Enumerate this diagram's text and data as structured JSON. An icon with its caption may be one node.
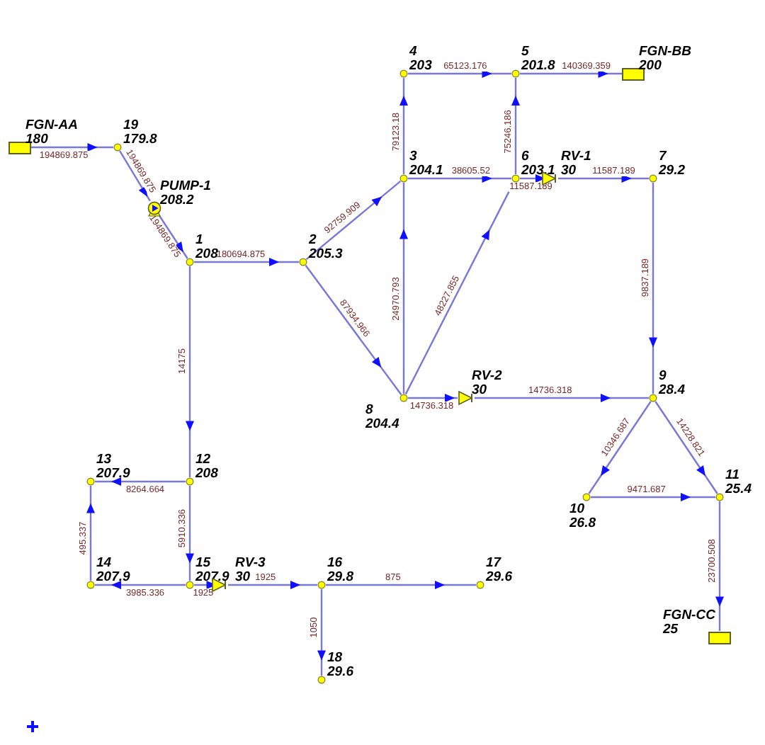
{
  "diagram": {
    "nodes": [
      {
        "text": [
          "4",
          "203"
        ]
      },
      {
        "text": [
          "5",
          "201.8"
        ]
      },
      {
        "text": [
          "FGN-BB",
          "200"
        ]
      },
      {
        "text": [
          "FGN-AA",
          "180"
        ]
      },
      {
        "text": [
          "19",
          "179.8"
        ]
      },
      {
        "text": [
          "3",
          "204.1"
        ]
      },
      {
        "text": [
          "6",
          "203.1"
        ]
      },
      {
        "text": [
          "RV-1",
          "30"
        ]
      },
      {
        "text": [
          "7",
          "29.2"
        ]
      },
      {
        "text": [
          "PUMP-1",
          "208.2"
        ]
      },
      {
        "text": [
          "1",
          "208"
        ]
      },
      {
        "text": [
          "2",
          "205.3"
        ]
      },
      {
        "text": [
          "8",
          "204.4"
        ]
      },
      {
        "text": [
          "RV-2",
          "30"
        ]
      },
      {
        "text": [
          "9",
          "28.4"
        ]
      },
      {
        "text": [
          "13",
          "207.9"
        ]
      },
      {
        "text": [
          "12",
          "208"
        ]
      },
      {
        "text": [
          "10",
          "26.8"
        ]
      },
      {
        "text": [
          "11",
          "25.4"
        ]
      },
      {
        "text": [
          "14",
          "207.9"
        ]
      },
      {
        "text": [
          "15",
          "207.9"
        ]
      },
      {
        "text": [
          "RV-3",
          "30"
        ]
      },
      {
        "text": [
          "16",
          "29.8"
        ]
      },
      {
        "text": [
          "17",
          "29.6"
        ]
      },
      {
        "text": [
          "FGN-CC",
          "25"
        ]
      },
      {
        "text": [
          "18",
          "29.6"
        ]
      }
    ],
    "edges": [
      {
        "from": 3,
        "to": 4,
        "arrow": "to",
        "label": "194869.875"
      },
      {
        "from": 4,
        "to": 9,
        "arrow": "to",
        "label": "194869.875"
      },
      {
        "from": 9,
        "to": 10,
        "arrow": "to",
        "label": "194869.875"
      },
      {
        "from": 10,
        "to": 11,
        "arrow": "to",
        "label": "180694.875"
      },
      {
        "from": 11,
        "to": 5,
        "arrow": "to",
        "label": "92759.909"
      },
      {
        "from": 11,
        "to": 12,
        "arrow": "to",
        "label": "87934.966"
      },
      {
        "from": 5,
        "to": 0,
        "arrow": "to",
        "label": "79123.18"
      },
      {
        "from": 0,
        "to": 1,
        "arrow": "to",
        "label": "65123.176"
      },
      {
        "from": 1,
        "to": 2,
        "arrow": "to",
        "label": "140369.359"
      },
      {
        "from": 6,
        "to": 1,
        "arrow": "to",
        "label": "75246.186"
      },
      {
        "from": 5,
        "to": 6,
        "arrow": "to",
        "label": "38605.52"
      },
      {
        "from": 6,
        "to": 7,
        "arrow": "to",
        "label": "11587.189"
      },
      {
        "from": 7,
        "to": 8,
        "arrow": "to",
        "label": "11587.189"
      },
      {
        "from": 8,
        "to": 14,
        "arrow": "to",
        "label": "9837.189"
      },
      {
        "from": 12,
        "to": 5,
        "arrow": "to",
        "label": "24970.793"
      },
      {
        "from": 12,
        "to": 6,
        "arrow": "to",
        "label": "48227.855"
      },
      {
        "from": 12,
        "to": 13,
        "arrow": "to",
        "label": "14736.318"
      },
      {
        "from": 13,
        "to": 14,
        "arrow": "to",
        "label": "14736.318"
      },
      {
        "from": 14,
        "to": 17,
        "arrow": "to",
        "label": "10346.687"
      },
      {
        "from": 14,
        "to": 18,
        "arrow": "to",
        "label": "14228.821"
      },
      {
        "from": 17,
        "to": 18,
        "arrow": "to",
        "label": "9471.687"
      },
      {
        "from": 18,
        "to": 24,
        "arrow": "to",
        "label": "23700.508"
      },
      {
        "from": 10,
        "to": 16,
        "arrow": "to",
        "label": "14175"
      },
      {
        "from": 16,
        "to": 15,
        "arrow": "to",
        "label": "8264.664"
      },
      {
        "from": 16,
        "to": 20,
        "arrow": "to",
        "label": "5910.336"
      },
      {
        "from": 19,
        "to": 15,
        "arrow": "to",
        "label": "495.337"
      },
      {
        "from": 20,
        "to": 19,
        "arrow": "to",
        "label": "3985.336"
      },
      {
        "from": 20,
        "to": 21,
        "arrow": "to",
        "label": "1925"
      },
      {
        "from": 21,
        "to": 22,
        "arrow": "to",
        "label": "1925"
      },
      {
        "from": 22,
        "to": 23,
        "arrow": "to",
        "label": "875"
      },
      {
        "from": 22,
        "to": 25,
        "arrow": "to",
        "label": "1050"
      }
    ]
  }
}
